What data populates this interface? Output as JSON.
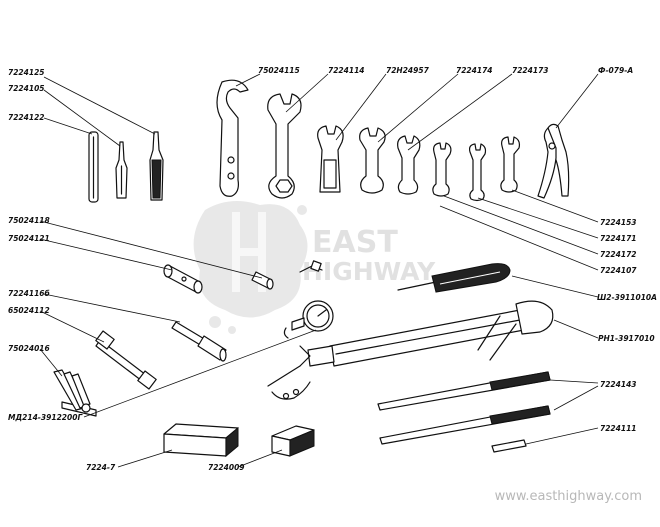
{
  "labels": [
    "7224125",
    "7224105",
    "7224122",
    "75024115",
    "7224114",
    "72Н24957",
    "7224174",
    "7224173",
    "Ф-079-А",
    "7224153",
    "7224171",
    "7224172",
    "7224107",
    "75024118",
    "75024121",
    "Ш2-3911010А",
    "7224116б",
    "65024112",
    "РН1-3917010",
    "75024016",
    "7224143",
    "МД214-3912200Г",
    "7224111",
    "7224-7",
    "7224009"
  ],
  "watermark": {
    "logo_top": "EAST",
    "logo_bottom": "HIGHWAY",
    "url": "www.easthighway.com"
  }
}
